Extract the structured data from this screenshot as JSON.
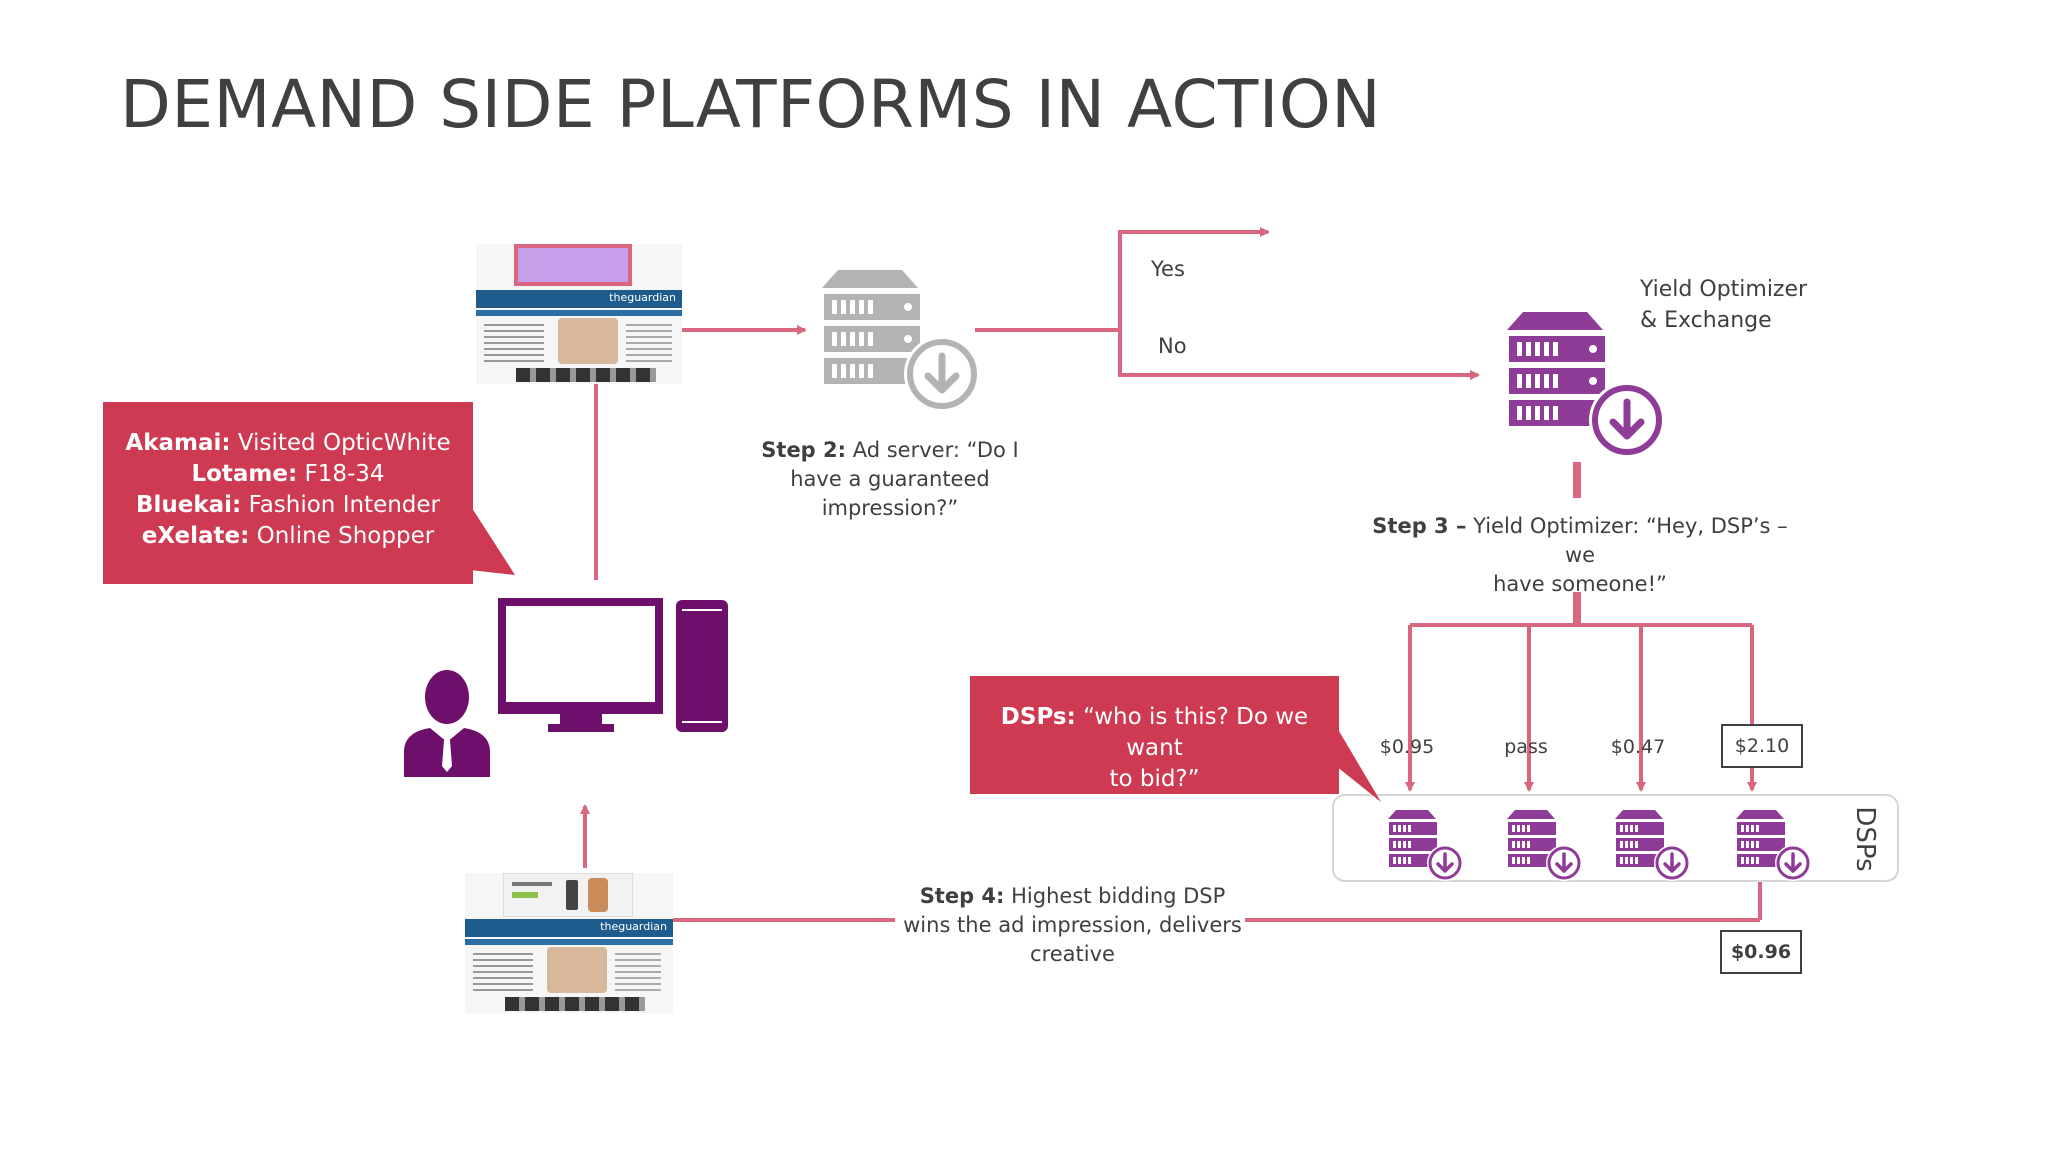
{
  "title": "DEMAND SIDE PLATFORMS IN ACTION",
  "colors": {
    "line": "#d9677f",
    "callout": "#cd3a52",
    "server_gray": "#b3b3b3",
    "server_purple": "#8e3c97",
    "computer": "#6f0f6c",
    "highlight_ad": "#c79ee9"
  },
  "callout_data": {
    "lines": [
      {
        "bold": "Akamai:",
        "text": " Visited OpticWhite"
      },
      {
        "bold": "Lotame:",
        "text": " F18-34"
      },
      {
        "bold": "Bluekai:",
        "text": " Fashion Intender"
      },
      {
        "bold": "eXelate:",
        "text": " Online Shopper"
      }
    ]
  },
  "branch": {
    "yes": "Yes",
    "no": "No"
  },
  "step2": {
    "bold": "Step 2:",
    "line1": "  Ad server: “Do I",
    "line2": "have a guaranteed",
    "line3": "impression?”"
  },
  "yield": {
    "line1": "Yield Optimizer",
    "line2": "& Exchange"
  },
  "step3": {
    "bold": "Step 3 –",
    "line1": "  Yield Optimizer: “Hey, DSP’s – we",
    "line2": "have someone!”"
  },
  "dsp_callout": {
    "bold": "DSPs:",
    "line1": " “who is this? Do we want",
    "line2": "to bid?”"
  },
  "bids": [
    "$0.95",
    "pass",
    "$0.47",
    "$2.10"
  ],
  "dsps_label": "DSPs",
  "winning_price": "$0.96",
  "step4": {
    "bold": "Step 4:",
    "line1": "  Highest bidding DSP",
    "line2": "wins the ad impression, delivers",
    "line3": "creative"
  },
  "icons": [
    "server-download-icon",
    "user-icon",
    "desktop-computer-icon",
    "website-thumbnail"
  ],
  "thumbnail_brand": "theguardian"
}
